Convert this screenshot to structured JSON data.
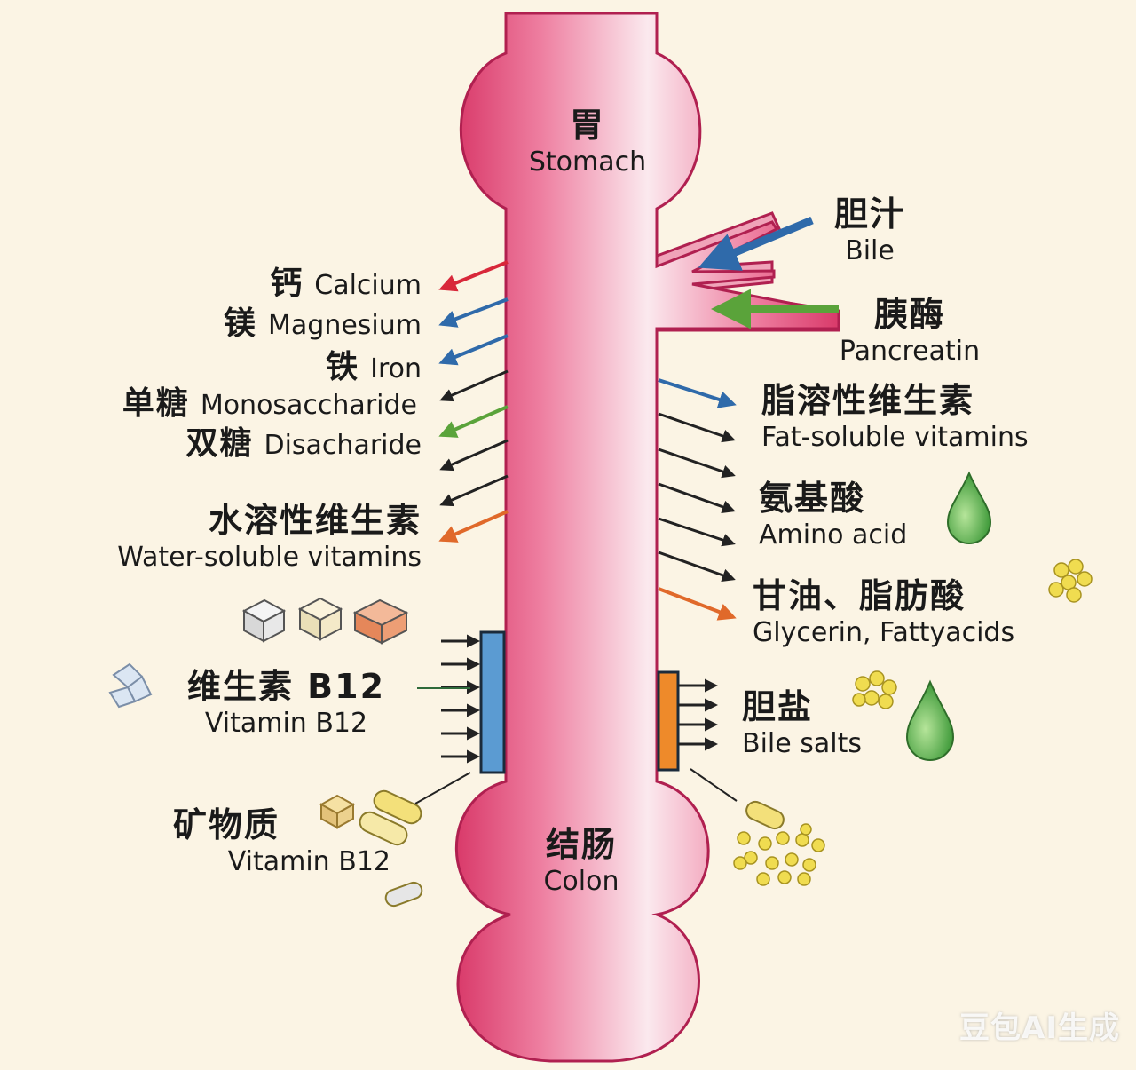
{
  "organs": {
    "stomach": {
      "zh": "胃",
      "en": "Stomach"
    },
    "colon": {
      "zh": "结肠",
      "en": "Colon"
    }
  },
  "inputs": {
    "bile": {
      "zh": "胆汁",
      "en": "Bile"
    },
    "pancreatin": {
      "zh": "胰酶",
      "en": "Pancreatin"
    }
  },
  "left_absorbed": [
    {
      "zh": "钙",
      "en": "Calcium"
    },
    {
      "zh": "镁",
      "en": "Magnesium"
    },
    {
      "zh": "铁",
      "en": "Iron"
    },
    {
      "zh": "单糖",
      "en": "Monosaccharide"
    },
    {
      "zh": "双糖",
      "en": "Disacharide"
    }
  ],
  "water_soluble": {
    "zh": "水溶性维生素",
    "en": "Water-soluble vitamins"
  },
  "right_absorbed": [
    {
      "zh": "脂溶性维生素",
      "en": "Fat-soluble vitamins"
    },
    {
      "zh": "氨基酸",
      "en": "Amino acid"
    },
    {
      "zh": "甘油、脂肪酸",
      "en": "Glycerin, Fattyacids"
    }
  ],
  "b12": {
    "zh": "维生素 B12",
    "en": "Vitamin B12"
  },
  "bile_salts": {
    "zh": "胆盐",
    "en": "Bile salts"
  },
  "minerals": {
    "zh": "矿物质",
    "en": "Vitamin B12"
  },
  "watermark": "豆包AI生成",
  "colors": {
    "tube": "#e0557f",
    "tube_light": "#f7dbe2",
    "red_arrow": "#d8283a",
    "blue_arrow": "#2f6aaa",
    "green_arrow": "#5aa33a",
    "orange_arrow": "#e0692a",
    "dark_arrow": "#222222",
    "ileum_blue": "#5b9bd2",
    "ileum_orange": "#ee8a2a",
    "drop_green": "#3f9a3a",
    "pellet_yellow": "#f0dc50"
  }
}
